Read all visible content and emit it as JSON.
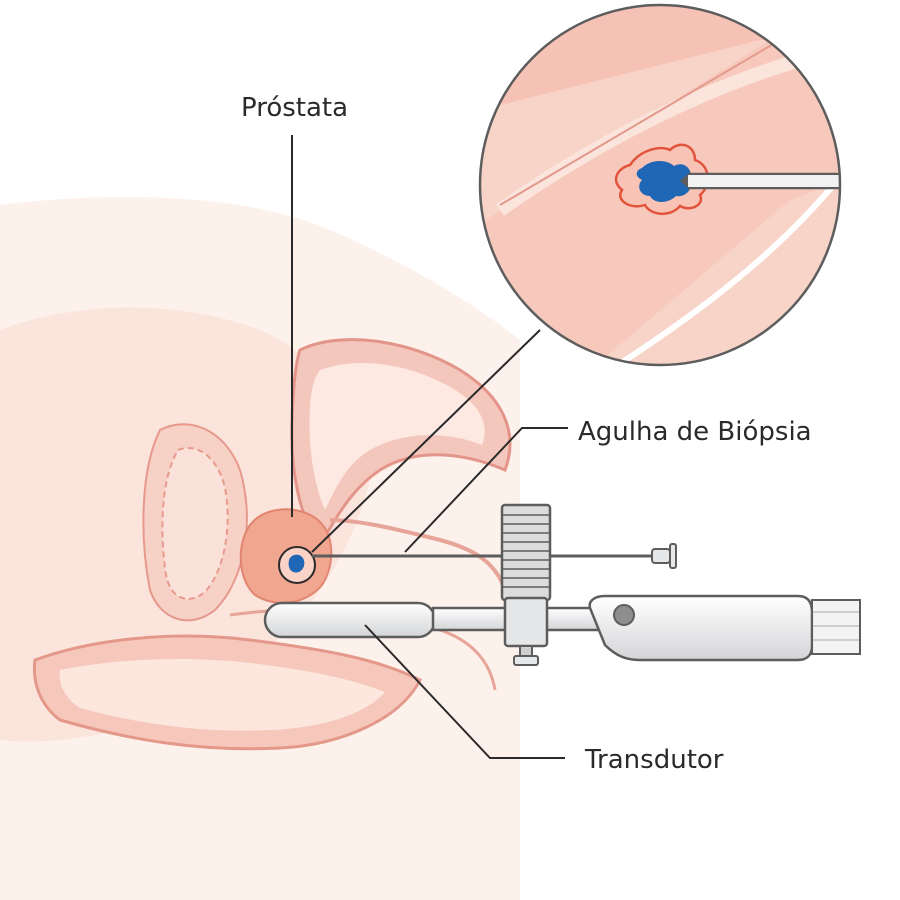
{
  "labels": {
    "prostate": "Próstata",
    "needle": "Agulha de Biópsia",
    "transducer": "Transdutor"
  },
  "colors": {
    "skin_light": "#fbe4dc",
    "tissue_pink": "#f3c3b8",
    "tissue_mid": "#ef9f92",
    "tissue_outline": "#e6998c",
    "prostate": "#f1a690",
    "tumor_blue": "#1f66b5",
    "tumor_ring": "#e2533c",
    "device_fill": "#e6e7e8",
    "device_outline": "#5d5d5d",
    "leader_line": "#2a2a2a"
  },
  "icons": {
    "prostate": "prostate-gland-icon",
    "tumor": "tumor-icon",
    "device": "ultrasound-transducer-icon"
  }
}
